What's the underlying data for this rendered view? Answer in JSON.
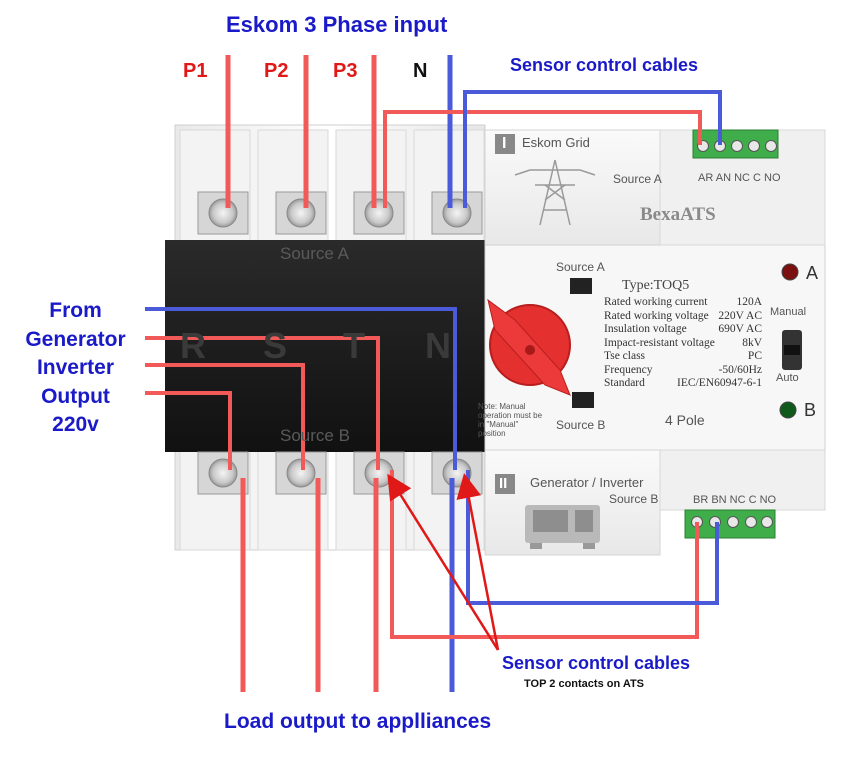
{
  "diagram": {
    "title": "Eskom 3 Phase input",
    "phase_labels": [
      "P1",
      "P2",
      "P3",
      "N"
    ],
    "sensor_top_label": "Sensor control cables",
    "from_generator_lines": [
      "From",
      "Generator",
      "Inverter",
      "Output",
      "220v"
    ],
    "bottom_label": "Load output to appl​liances",
    "sensor_bottom_label": "Sensor control cables",
    "sensor_bottom_sub": "TOP 2 contacts on ATS"
  },
  "switch_block": {
    "source_a": "Source A",
    "source_b": "Source B",
    "pole_letters": [
      "R",
      "S",
      "T",
      "N"
    ]
  },
  "ats_module": {
    "grid_badge": "I",
    "grid_label": "Eskom Grid",
    "source_a_top": "Source A",
    "terminals_top": "AR AN NC C NO",
    "brand": "BexaATS",
    "panel_source_a": "Source A",
    "panel_source_b": "Source B",
    "type": "Type:TOQ5",
    "specs": [
      {
        "name": "Rated working current",
        "value": "120A"
      },
      {
        "name": "Rated working voltage",
        "value": "220V AC"
      },
      {
        "name": "Insulation voltage",
        "value": "690V AC"
      },
      {
        "name": "Impact-resistant voltage",
        "value": "8kV"
      },
      {
        "name": "Tse class",
        "value": "PC"
      },
      {
        "name": "Frequency",
        "value": "-50/60Hz"
      },
      {
        "name": "Standard",
        "value": "IEC/EN60947-6-1"
      }
    ],
    "note": "Note: Manual operation must be in \"Manual\" position",
    "poles": "4 Pole",
    "indicator_a": "A",
    "indicator_b": "B",
    "mode_manual": "Manual",
    "mode_auto": "Auto",
    "gen_badge": "II",
    "gen_label": "Generator / Inverter",
    "source_b_bottom": "Source B",
    "terminals_bottom": "BR BN NC C NO"
  },
  "colors": {
    "live_wire": "#f25a5a",
    "neutral_wire": "#4a5ad8",
    "label_blue": "#1a1ac8",
    "label_red": "#e01818",
    "arrow_red": "#e01818",
    "switch_body": "#1c1c1c",
    "ats_body": "#f2f2f2",
    "knob": "#e53030",
    "terminal_green": "#3fae4a"
  }
}
